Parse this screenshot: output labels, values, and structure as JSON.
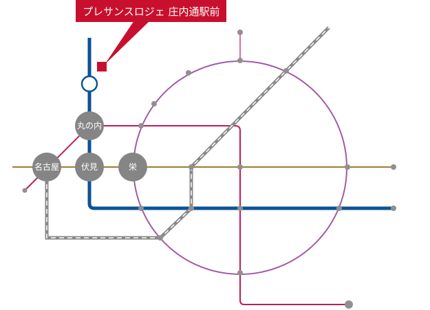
{
  "callout": {
    "text": "プレサンスロジェ 庄内通駅前",
    "color": "#c8102e"
  },
  "stations": {
    "marunouchi": "丸の内",
    "nagoya": "名古屋",
    "fushimi": "伏見",
    "sakae": "栄"
  },
  "colors": {
    "blue_line": "#0b5394",
    "crimson_line": "#c2185b",
    "gold_line": "#a07c2a",
    "purple_loop": "#a259a6",
    "pink_spur": "#e06aa6",
    "rail_line": "#888888",
    "station_fill": "#858585",
    "node_fill": "#909090"
  },
  "icons": {
    "target_station": "hollow-circle-icon",
    "property_marker": "red-square-icon"
  }
}
